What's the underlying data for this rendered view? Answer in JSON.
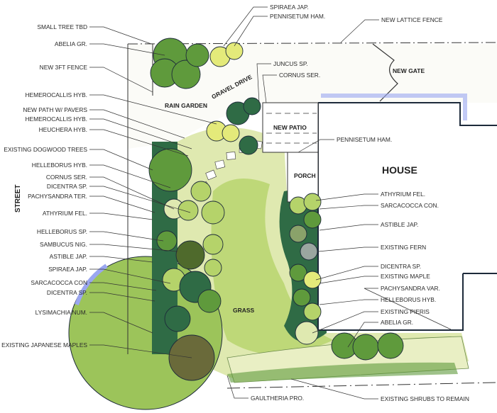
{
  "plan": {
    "street": "STREET",
    "house": "HOUSE",
    "porch": "PORCH",
    "new_patio": "NEW PATIO",
    "new_gate": "NEW GATE",
    "gravel_drive": "GRAVEL DRIVE",
    "rain_garden": "RAIN GARDEN",
    "grass": "GRASS"
  },
  "left_labels": [
    "SMALL TREE TBD",
    "ABELIA GR.",
    "NEW 3FT FENCE",
    "HEMEROCALLIS HYB.",
    "NEW PATH W/ PAVERS",
    "HEMEROCALLIS HYB.",
    "HEUCHERA HYB.",
    "EXISTING DOGWOOD TREES",
    "HELLEBORUS HYB.",
    "CORNUS SER.",
    "DICENTRA SP.",
    "PACHYSANDRA TER.",
    "ATHYRIUM FEL.",
    "HELLEBORUS SP.",
    "SAMBUCUS NIG.",
    "ASTIBLE  JAP.",
    "SPIRAEA JAP.",
    "SARCACOCCA CON",
    "DICENTRA SP.",
    "LYSIMACHIA NUM.",
    "EXISTING JAPANESE MAPLES"
  ],
  "top_labels": [
    "SPIRAEA JAP.",
    "PENNISETUM HAM.",
    "NEW LATTICE FENCE",
    "JUNCUS SP.",
    "CORNUS SER.",
    "PENNISETUM HAM."
  ],
  "right_labels": [
    "ATHYRIUM FEL.",
    "SARCACOCCA CON.",
    "ASTIBLE JAP.",
    "EXISTING FERN",
    "DICENTRA SP.",
    "EXISTING MAPLE",
    "PACHYSANDRA VAR.",
    "HELLEBORUS HYB.",
    "EXISTING PIERIS",
    "ABELIA GR."
  ],
  "bottom_labels": [
    "GAULTHERIA PRO.",
    "EXISTING SHRUBS TO REMAIN"
  ],
  "colors": {
    "dark_green": "#2f6b45",
    "mid_green": "#5f9a3c",
    "light_green": "#b5d36a",
    "pale_green": "#dfe9b0",
    "yellow_green": "#e4ea7a",
    "shadow_blue": "#9aa6f0",
    "outline": "#1d2a3a"
  }
}
